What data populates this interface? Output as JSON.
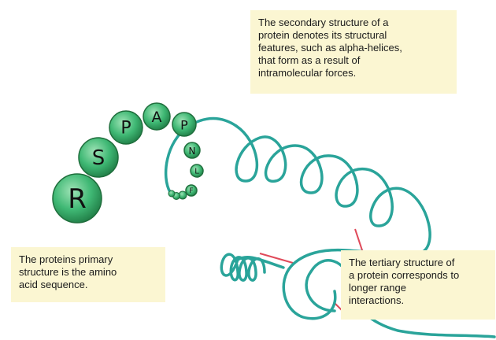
{
  "colors": {
    "backbone": "#2aa49a",
    "bond": "#e04a5a",
    "bead_fill": "#3fb874",
    "bead_stroke": "#1f6e3c",
    "note_bg": "#fbf6d2"
  },
  "notes": {
    "secondary": "The secondary structure of a\nprotein denotes its structural\nfeatures, such as alpha-helices,\nthat form as a result of\nintramolecular forces.",
    "primary": "The proteins primary\nstructure is the amino\nacid sequence.",
    "tertiary": "The tertiary structure of\na protein corresponds to\nlonger range\ninteractions."
  },
  "amino_acids": [
    "R",
    "S",
    "P",
    "A",
    "P",
    "N",
    "L",
    "F"
  ]
}
